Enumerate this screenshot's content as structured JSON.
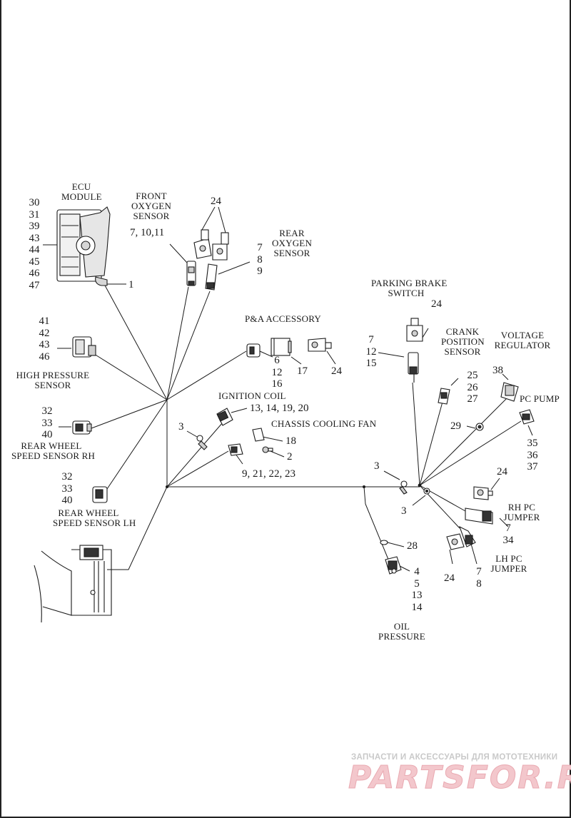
{
  "colors": {
    "line": "#1a1a1a",
    "watermark_text": "#c9c9c9",
    "watermark_brand": "#f3c7cc"
  },
  "labels": {
    "ecu_module": [
      "ECU",
      "MODULE"
    ],
    "front_oxygen_sensor": [
      "FRONT",
      "OXYGEN",
      "SENSOR"
    ],
    "rear_oxygen_sensor": [
      "REAR",
      "OXYGEN",
      "SENSOR"
    ],
    "pa_accessory": "P&A ACCESSORY",
    "high_pressure_sensor": [
      "HIGH PRESSURE",
      "SENSOR"
    ],
    "ignition_coil": "IGNITION COIL",
    "chassis_cooling_fan": "CHASSIS COOLING FAN",
    "rear_wheel_speed_sensor_rh": [
      "REAR WHEEL",
      "SPEED SENSOR RH"
    ],
    "rear_wheel_speed_sensor_lh": [
      "REAR WHEEL",
      "SPEED SENSOR LH"
    ],
    "parking_brake_switch": [
      "PARKING BRAKE",
      "SWITCH"
    ],
    "crank_position_sensor": [
      "CRANK",
      "POSITION",
      "SENSOR"
    ],
    "voltage_regulator": [
      "VOLTAGE",
      "REGULATOR"
    ],
    "pc_pump": "PC PUMP",
    "rh_pc_jumper": [
      "RH PC",
      "JUMPER"
    ],
    "lh_pc_jumper": [
      "LH PC",
      "JUMPER"
    ],
    "oil_pressure": [
      "OIL",
      "PRESSURE"
    ]
  },
  "callouts": {
    "ecu": [
      "30",
      "31",
      "39",
      "43",
      "44",
      "45",
      "46",
      "47"
    ],
    "ecu_pin": "1",
    "front_o2_parts": "7, 10,11",
    "o2_clip": "24",
    "rear_o2_parts": [
      "7",
      "8",
      "9"
    ],
    "hps": [
      "41",
      "42",
      "43",
      "46"
    ],
    "pa_connector": [
      "6",
      "12",
      "16"
    ],
    "pa_plug": "17",
    "pa_clip": "24",
    "ignition_coil_parts": "13, 14, 19, 20",
    "ground_left": "3",
    "fan_connector": "18",
    "fan_screw": "2",
    "fan_parts": "9, 21, 22, 23",
    "wss_rh": [
      "32",
      "33",
      "40"
    ],
    "wss_lh": [
      "32",
      "33",
      "40"
    ],
    "parking_brake_clip": "24",
    "parking_brake_parts": [
      "7",
      "12",
      "15"
    ],
    "crank_parts": [
      "25",
      "26",
      "27"
    ],
    "vreg_part": "38",
    "vreg_seal": "29",
    "pc_pump_parts": [
      "35",
      "36",
      "37"
    ],
    "ground_mid": "3",
    "ground_low": "3",
    "rh_jumper_clip": "24",
    "rh_jumper_parts": [
      "7",
      "34"
    ],
    "lh_jumper_clip": "24",
    "lh_jumper_parts": [
      "7",
      "8"
    ],
    "oil_grommet": "28",
    "oil_parts": [
      "4",
      "5",
      "13",
      "14"
    ]
  },
  "watermark": {
    "tagline": "ЗАПЧАСТИ И АКСЕССУАРЫ ДЛЯ МОТОТЕХНИКИ",
    "brand": "PARTSFOR.RU"
  }
}
